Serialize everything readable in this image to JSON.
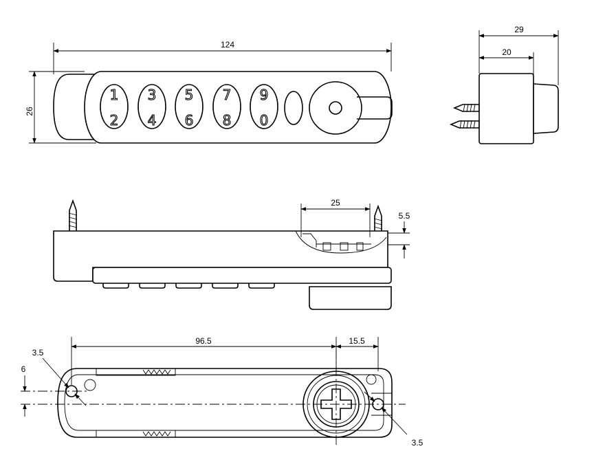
{
  "dimensions": {
    "front_width": "124",
    "front_height": "26",
    "side_overall": "29",
    "side_body": "20",
    "section_window": "25",
    "section_offset": "5.5",
    "bottom_span": "96.5",
    "bottom_offset": "15.5",
    "hole_left": "3.5",
    "hole_left_offset": "6",
    "hole_right": "3.5"
  },
  "keypad": {
    "keys": [
      {
        "top": "1",
        "bottom": "2"
      },
      {
        "top": "3",
        "bottom": "4"
      },
      {
        "top": "5",
        "bottom": "6"
      },
      {
        "top": "7",
        "bottom": "8"
      },
      {
        "top": "9",
        "bottom": "0"
      }
    ]
  }
}
